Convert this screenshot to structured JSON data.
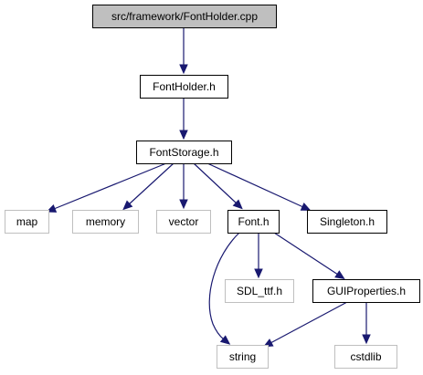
{
  "diagram": {
    "nodes": [
      {
        "id": "fontholder_cpp",
        "label": "src/framework/FontHolder.cpp",
        "kind": "root"
      },
      {
        "id": "fontholder_h",
        "label": "FontHolder.h",
        "kind": "doc"
      },
      {
        "id": "fontstorage_h",
        "label": "FontStorage.h",
        "kind": "doc"
      },
      {
        "id": "map",
        "label": "map",
        "kind": "ext"
      },
      {
        "id": "memory",
        "label": "memory",
        "kind": "ext"
      },
      {
        "id": "vector",
        "label": "vector",
        "kind": "ext"
      },
      {
        "id": "font_h",
        "label": "Font.h",
        "kind": "doc"
      },
      {
        "id": "singleton_h",
        "label": "Singleton.h",
        "kind": "doc"
      },
      {
        "id": "sdl_ttf_h",
        "label": "SDL_ttf.h",
        "kind": "ext"
      },
      {
        "id": "guiproperties_h",
        "label": "GUIProperties.h",
        "kind": "doc"
      },
      {
        "id": "string",
        "label": "string",
        "kind": "ext"
      },
      {
        "id": "cstdlib",
        "label": "cstdlib",
        "kind": "ext"
      }
    ],
    "edges": [
      {
        "from": "fontholder_cpp",
        "to": "fontholder_h"
      },
      {
        "from": "fontholder_h",
        "to": "fontstorage_h"
      },
      {
        "from": "fontstorage_h",
        "to": "map"
      },
      {
        "from": "fontstorage_h",
        "to": "memory"
      },
      {
        "from": "fontstorage_h",
        "to": "vector"
      },
      {
        "from": "fontstorage_h",
        "to": "font_h"
      },
      {
        "from": "fontstorage_h",
        "to": "singleton_h"
      },
      {
        "from": "font_h",
        "to": "string"
      },
      {
        "from": "font_h",
        "to": "sdl_ttf_h"
      },
      {
        "from": "font_h",
        "to": "guiproperties_h"
      },
      {
        "from": "guiproperties_h",
        "to": "string"
      },
      {
        "from": "guiproperties_h",
        "to": "cstdlib"
      }
    ],
    "colors": {
      "edge": "#191970",
      "root_fill": "#bfbfbf",
      "doc_border": "#000000",
      "external_border": "#bfbfbf"
    }
  }
}
